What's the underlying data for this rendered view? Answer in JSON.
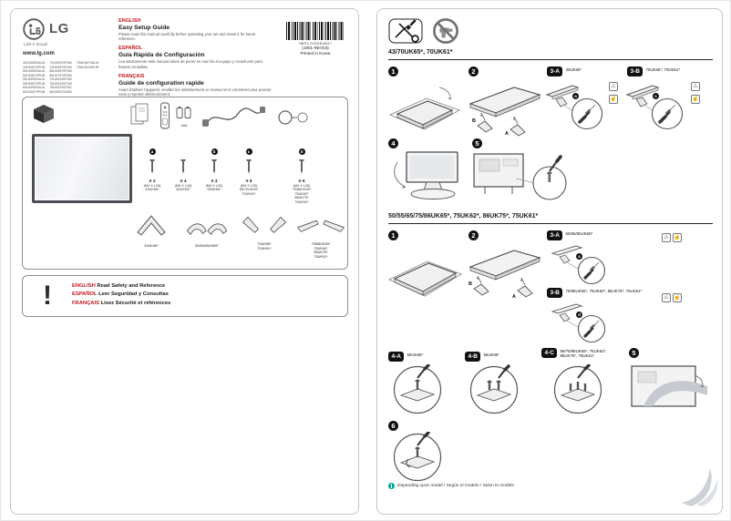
{
  "colors": {
    "accent_red": "#c4161c",
    "note_teal": "#00a99d",
    "ink": "#1a1a1a"
  },
  "icons": {
    "warning_triangle": "⚠",
    "pinch_hand": "☝"
  },
  "left_page": {
    "brand": {
      "name": "LG",
      "tagline": "Life's Good",
      "website": "www.lg.com"
    },
    "safety_icon": "!",
    "models": {
      "col1": [
        "43UK6500AUA",
        "43UK6570PUB",
        "50UK6500AUA",
        "50UK6570PUB",
        "55UK6500AUA",
        "55UK6570PUB",
        "65UK6500AUA",
        "65UK6570PUB"
      ],
      "col2": [
        "70UK6570PUB",
        "75UK6570PUB",
        "86UK6570PUB",
        "86UK7570PUB",
        "70UK6190PUB",
        "75UK6190PUB",
        "75UK6200PUE",
        "86UK6570AUB"
      ],
      "col3": [
        "75UK6570AUA",
        "75UK6190PUB"
      ]
    },
    "intro": {
      "english": {
        "lang": "ENGLISH",
        "title": "Easy Setup Guide",
        "body": "Please read this manual carefully before operating your set and retain it for future reference."
      },
      "spanish": {
        "lang": "ESPAÑOL",
        "title": "Guía Rápida de Configuración",
        "body": "Lea atentamente este manual antes de poner en marcha el equipo y consérvelo para futuras consultas."
      },
      "french": {
        "lang": "FRANÇAIS",
        "title": "Guide de configuration rapide",
        "body": "Avant d'utiliser l'appareil, veuillez lire attentivement ce manuel et le conserver pour pouvoir vous y reporter ultérieurement."
      }
    },
    "print_info": {
      "barcode_text": "*MFL70300462*",
      "revision": "(1901-REV03)",
      "printed": "Printed in Korea"
    },
    "box": {
      "battery_label": "AAA",
      "screws": [
        {
          "marker": "a",
          "qty": "X 2",
          "spec": "(M4 X L16)",
          "models": "43UK65*"
        },
        {
          "marker": "",
          "qty": "X 4",
          "spec": "(M4 X L16)",
          "models": "50UK65*"
        },
        {
          "marker": "b",
          "qty": "X 4",
          "spec": "(M4 X L20)",
          "models": "55UK65*"
        },
        {
          "marker": "c",
          "qty": "X 6",
          "spec": "(M4 X L20)",
          "models": "65/70UK65*\n70UK61*"
        },
        {
          "marker": "d",
          "qty": "X 6",
          "spec": "(M4 X L30)",
          "models": "75/86UK65*\n75UK62*\n86UK75*\n75UK61*"
        }
      ],
      "stands": [
        {
          "label": "43UK65*"
        },
        {
          "label": "50/55/65UK65*"
        },
        {
          "label": "70UK65*\n70UK61*"
        },
        {
          "label": "75/86UK65*\n75UK62*\n86UK75*\n75UK61*"
        }
      ]
    },
    "safety": [
      {
        "lang": "ENGLISH",
        "text": "Read Safety and Reference"
      },
      {
        "lang": "ESPAÑOL",
        "text": "Leer Seguridad y Consultas"
      },
      {
        "lang": "FRANÇAIS",
        "text": "Lisez Sécurité et références"
      }
    ]
  },
  "right_page": {
    "section1": {
      "title": "43/70UK65*, 70UK61*",
      "step1": "1",
      "step2": "2",
      "step4": "4",
      "step5": "5",
      "step3a_badge": "3-A",
      "step3a_label": "43UK65*",
      "step3a_marker": "a",
      "step3b_badge": "3-B",
      "step3b_label": "70UK65*, 70UK61*",
      "step3b_marker": "c",
      "leg_left": "B",
      "leg_right": "A"
    },
    "section2": {
      "title": "50/55/65/75/86UK65*, 75UK62*, 86UK75*, 75UK61*",
      "step1": "1",
      "step2": "2",
      "step5": "5",
      "step6": "6",
      "step3a_badge": "3-A",
      "step3a_label": "50/55/65UK65*",
      "step3a_marker": "a",
      "step3b_badge": "3-B",
      "step3b_label": "75/86UK65*, 75UK62*, 86UK75*, 75UK61*",
      "step3b_marker": "d",
      "step4a_badge": "4-A",
      "step4a_label": "50UK65*",
      "step4b_badge": "4-B",
      "step4b_label": "55UK65*",
      "step4c_badge": "4-C",
      "step4c_label": "65/75/86UK65*, 75UK62*,\n86UK75*, 75UK61*",
      "leg_left": "B",
      "leg_right": "A"
    },
    "footnote": "Depending upon model / Según el modelo / Selon le modèle"
  }
}
